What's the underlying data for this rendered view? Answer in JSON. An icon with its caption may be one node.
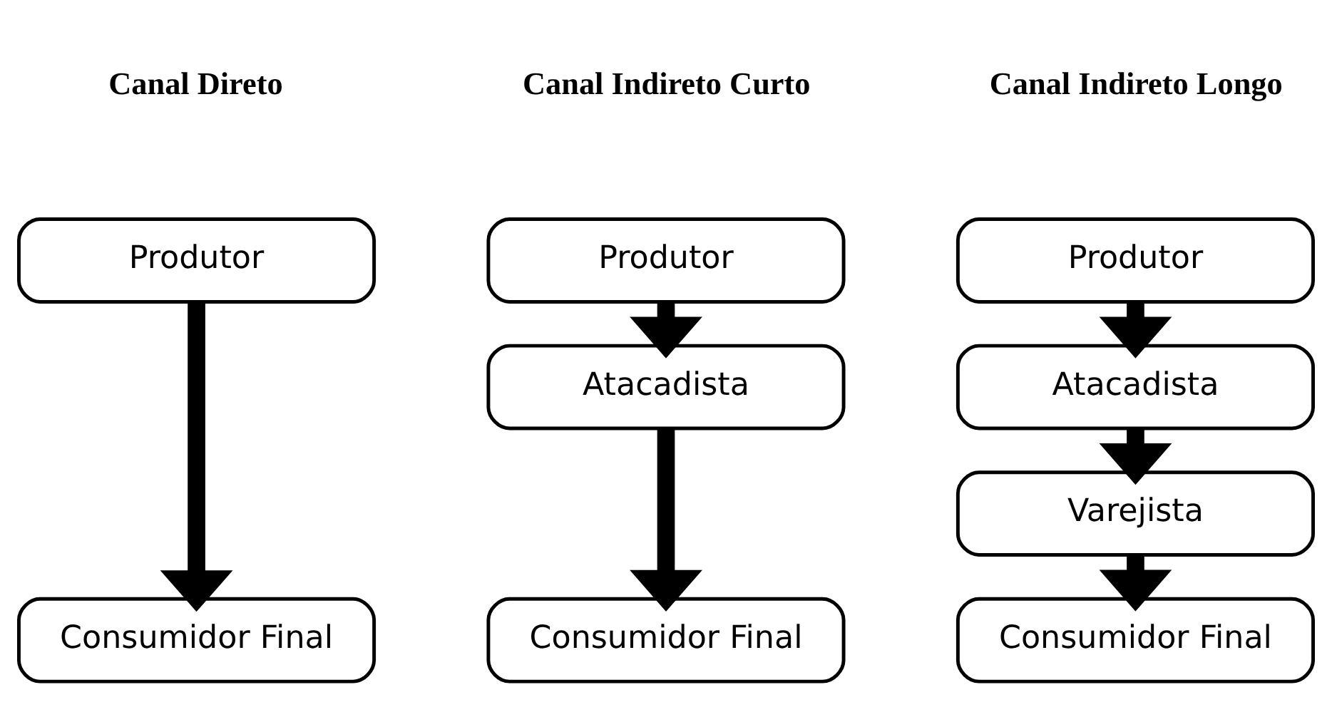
{
  "diagram": {
    "nodes": [
      {
        "text": [
          "Produtor"
        ]
      },
      {
        "text": [
          "Consumidor Final"
        ]
      },
      {
        "text": [
          "Produtor"
        ]
      },
      {
        "text": [
          "Atacadista"
        ]
      },
      {
        "text": [
          "Consumidor Final"
        ]
      },
      {
        "text": [
          "Produtor"
        ]
      },
      {
        "text": [
          "Atacadista"
        ]
      },
      {
        "text": [
          "Varejista"
        ]
      },
      {
        "text": [
          "Consumidor Final"
        ]
      }
    ],
    "edges": [
      {
        "from": 0,
        "to": 1,
        "arrow": "to"
      },
      {
        "from": 2,
        "to": 3,
        "arrow": "to"
      },
      {
        "from": 3,
        "to": 4,
        "arrow": "to"
      },
      {
        "from": 5,
        "to": 6,
        "arrow": "to"
      },
      {
        "from": 6,
        "to": 7,
        "arrow": "to"
      },
      {
        "from": 7,
        "to": 8,
        "arrow": "to"
      }
    ],
    "labels": [
      "Canal Direto",
      "Canal Indireto Curto",
      "Canal Indireto Longo"
    ]
  }
}
